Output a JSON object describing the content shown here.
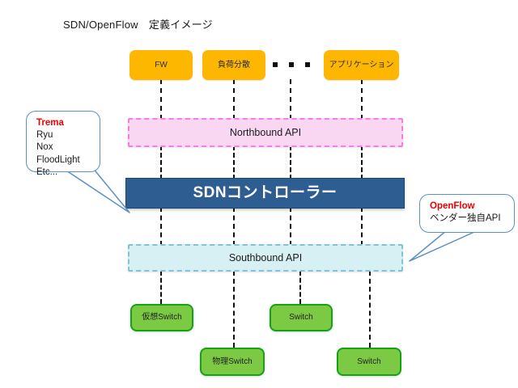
{
  "diagram": {
    "title": "SDN/OpenFlow　定義イメージ",
    "background_color": "#ffffff"
  },
  "applications": {
    "boxes": [
      {
        "label": "FW",
        "color": "#fdb700"
      },
      {
        "label": "負荷分散",
        "color": "#fdb700"
      },
      {
        "label": "アプリケーション",
        "color": "#fdb700"
      }
    ],
    "ellipsis_dots": 3
  },
  "layers": {
    "northbound": {
      "label": "Northbound API",
      "fill": "#f9d7f3",
      "border": "#f37fe0"
    },
    "controller": {
      "label": "SDNコントローラー",
      "fill": "#2e5d92",
      "text_color": "#ffffff"
    },
    "southbound": {
      "label": "Southbound API",
      "fill": "#d6f0f3",
      "border": "#7fc3dd"
    }
  },
  "switches": [
    {
      "label": "仮想Switch",
      "fill": "#7cc943",
      "border": "#13a313"
    },
    {
      "label": "物理Switch",
      "fill": "#7cc943",
      "border": "#13a313"
    },
    {
      "label": "Switch",
      "fill": "#7cc943",
      "border": "#13a313"
    },
    {
      "label": "Switch",
      "fill": "#7cc943",
      "border": "#13a313"
    }
  ],
  "callouts": {
    "left": {
      "lines": [
        {
          "text": "Trema",
          "accent": true
        },
        {
          "text": "Ryu",
          "accent": false
        },
        {
          "text": "Nox",
          "accent": false
        },
        {
          "text": "FloodLight",
          "accent": false
        },
        {
          "text": "Etc...",
          "accent": false
        }
      ],
      "accent_color": "#ee0000",
      "border_color": "#5b8fc7"
    },
    "right": {
      "lines": [
        {
          "text": "OpenFlow",
          "accent": true
        },
        {
          "text": "ベンダー独自API",
          "accent": false
        }
      ],
      "accent_color": "#ee0000",
      "border_color": "#5b8fc7"
    }
  }
}
